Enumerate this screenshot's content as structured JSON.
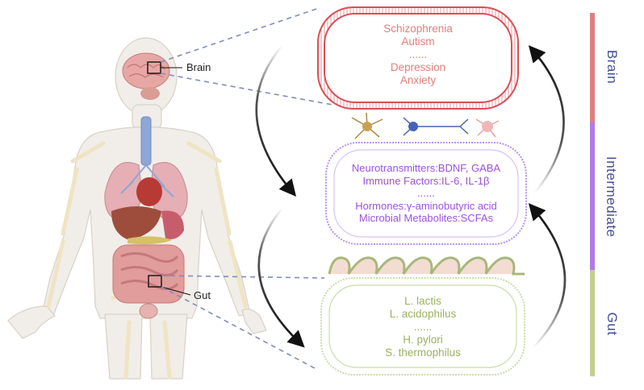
{
  "callouts": {
    "brain": "Brain",
    "gut": "Gut"
  },
  "brain_box": {
    "lines": [
      "Schizophrenia",
      "Autism",
      "......",
      "Depression",
      "Anxiety"
    ]
  },
  "intermediate_box": {
    "lines": [
      "Neurotransmitters:BDNF, GABA",
      "Immune Factors:IL-6, IL-1β",
      "......",
      "Hormones:γ-aminobutyric acid",
      "Microbial Metabolites:SCFAs"
    ]
  },
  "gut_box": {
    "lines": [
      "L. lactis",
      "L. acidophilus",
      "......",
      "H. pylori",
      "S. thermophilus"
    ]
  },
  "side_bar": {
    "labels": [
      "Brain",
      "Intermediate",
      "Gut"
    ],
    "colors": [
      "#e07f7f",
      "#b27ae7",
      "#c4cf8e"
    ]
  },
  "colors": {
    "brain": "#d94f55",
    "intermediate": "#b892ec",
    "gut": "#bcd79a",
    "label": "#434e97"
  }
}
